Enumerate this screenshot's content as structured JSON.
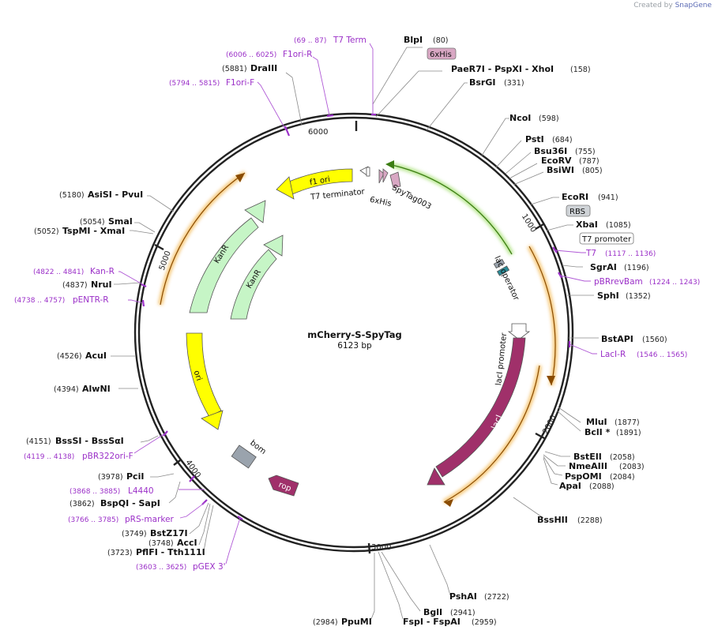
{
  "credit": {
    "prefix": "Created by",
    "brand": "SnapGene"
  },
  "plasmid": {
    "name": "mCherry-S-SpyTag",
    "length_label": "6123 bp"
  },
  "scale_labels": [
    "1000",
    "2000",
    "3000",
    "4000",
    "5000",
    "6000"
  ],
  "features": {
    "f1ori": "f1 ori",
    "t7term": "T7 terminator",
    "sixhis": "6xHis",
    "spytag": "SpyTag003",
    "kanr_outer": "KanR",
    "kanr_inner": "KanR",
    "ori": "ori",
    "bom": "bom",
    "rop": "rop",
    "laci": "lacI",
    "laci_promoter": "lacI promoter",
    "lac_operator": "lac operator"
  },
  "enzymes": [
    {
      "name": "BlpI",
      "pos": "(80)"
    },
    {
      "name": "PaeR7I - PspXI - XhoI",
      "pos": "(158)"
    },
    {
      "name": "BsrGI",
      "pos": "(331)"
    },
    {
      "name": "NcoI",
      "pos": "(598)"
    },
    {
      "name": "PstI",
      "pos": "(684)"
    },
    {
      "name": "Bsu36I",
      "pos": "(755)"
    },
    {
      "name": "EcoRV",
      "pos": "(787)"
    },
    {
      "name": "BsiWI",
      "pos": "(805)"
    },
    {
      "name": "EcoRI",
      "pos": "(941)"
    },
    {
      "name": "XbaI",
      "pos": "(1085)"
    },
    {
      "name": "SgrAI",
      "pos": "(1196)"
    },
    {
      "name": "SphI",
      "pos": "(1352)"
    },
    {
      "name": "BstAPI",
      "pos": "(1560)"
    },
    {
      "name": "MluI",
      "pos": "(1877)"
    },
    {
      "name": "BclI *",
      "pos": "(1891)"
    },
    {
      "name": "BstEII",
      "pos": "(2058)"
    },
    {
      "name": "NmeAIII",
      "pos": "(2083)"
    },
    {
      "name": "PspOMI",
      "pos": "(2084)"
    },
    {
      "name": "ApaI",
      "pos": "(2088)"
    },
    {
      "name": "BssHII",
      "pos": "(2288)"
    },
    {
      "name": "PshAI",
      "pos": "(2722)"
    },
    {
      "name": "BglI",
      "pos": "(2941)"
    },
    {
      "name": "FspI - FspAI",
      "pos": "(2959)"
    },
    {
      "name": "PpuMI",
      "pos": "(2984)"
    },
    {
      "name": "PflFI - Tth111I",
      "pos": "(3723)"
    },
    {
      "name": "AccI",
      "pos": "(3748)"
    },
    {
      "name": "BstZ17I",
      "pos": "(3749)"
    },
    {
      "name": "BspQI - SapI",
      "pos": "(3862)"
    },
    {
      "name": "PciI",
      "pos": "(3978)"
    },
    {
      "name": "BssSI - BssSαI",
      "pos": "(4151)"
    },
    {
      "name": "AlwNI",
      "pos": "(4394)"
    },
    {
      "name": "AcuI",
      "pos": "(4526)"
    },
    {
      "name": "NruI",
      "pos": "(4837)"
    },
    {
      "name": "TspMI - XmaI",
      "pos": "(5052)"
    },
    {
      "name": "SmaI",
      "pos": "(5054)"
    },
    {
      "name": "AsiSI - PvuI",
      "pos": "(5180)"
    },
    {
      "name": "DraIII",
      "pos": "(5881)"
    }
  ],
  "primers": [
    {
      "name": "T7 Term",
      "pos": "(69 .. 87)"
    },
    {
      "name": "F1ori-R",
      "pos": "(6006 .. 6025)"
    },
    {
      "name": "F1ori-F",
      "pos": "(5794 .. 5815)"
    },
    {
      "name": "T7",
      "pos": "(1117 .. 1136)"
    },
    {
      "name": "pBRrevBam",
      "pos": "(1224 .. 1243)"
    },
    {
      "name": "LacI-R",
      "pos": "(1546 .. 1565)"
    },
    {
      "name": "L4440",
      "pos": "(3868 .. 3885)"
    },
    {
      "name": "pRS-marker",
      "pos": "(3766 .. 3785)"
    },
    {
      "name": "pGEX 3'",
      "pos": "(3603 .. 3625)"
    },
    {
      "name": "pBR322ori-F",
      "pos": "(4119 .. 4138)"
    },
    {
      "name": "pENTR-R",
      "pos": "(4738 .. 4757)"
    },
    {
      "name": "Kan-R",
      "pos": "(4822 .. 4841)"
    }
  ],
  "boxed_labels": {
    "sixhis": "6xHis",
    "rbs": "RBS",
    "t7promoter": "T7 promoter"
  },
  "colors": {
    "backbone": "#222222",
    "kanr": "#c6f5c6",
    "ori": "#ffff00",
    "laci": "#a0306a",
    "rop": "#a0306a",
    "bom": "#9aa3ad",
    "primer": "#9b30c8",
    "orange_glow": "#f5c26b",
    "green_glow": "#b8e690"
  }
}
